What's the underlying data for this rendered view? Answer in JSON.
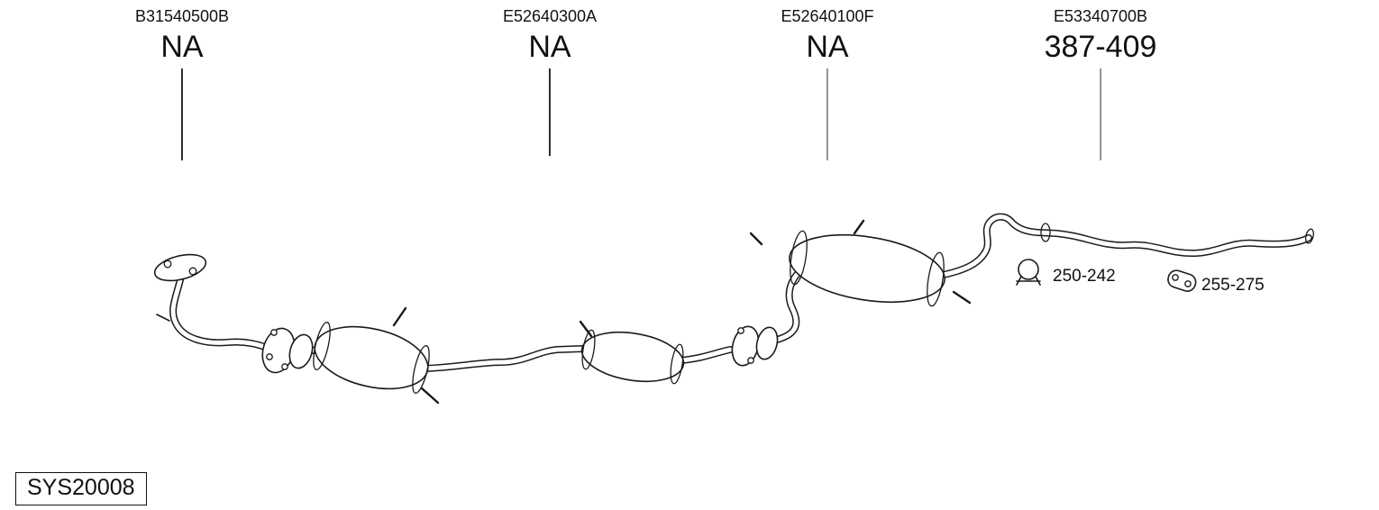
{
  "callouts": [
    {
      "code": "B31540500B",
      "value": "NA"
    },
    {
      "code": "E52640300A",
      "value": "NA"
    },
    {
      "code": "E52640100F",
      "value": "NA"
    },
    {
      "code": "E53340700B",
      "value": "387-409"
    }
  ],
  "part_labels": [
    {
      "value": "250-242",
      "icon": "clamp-icon"
    },
    {
      "value": "255-275",
      "icon": "rubber-hanger-icon"
    }
  ],
  "diagram_id": "SYS20008",
  "colors": {
    "line": "#1a1a1a",
    "background": "#ffffff"
  }
}
